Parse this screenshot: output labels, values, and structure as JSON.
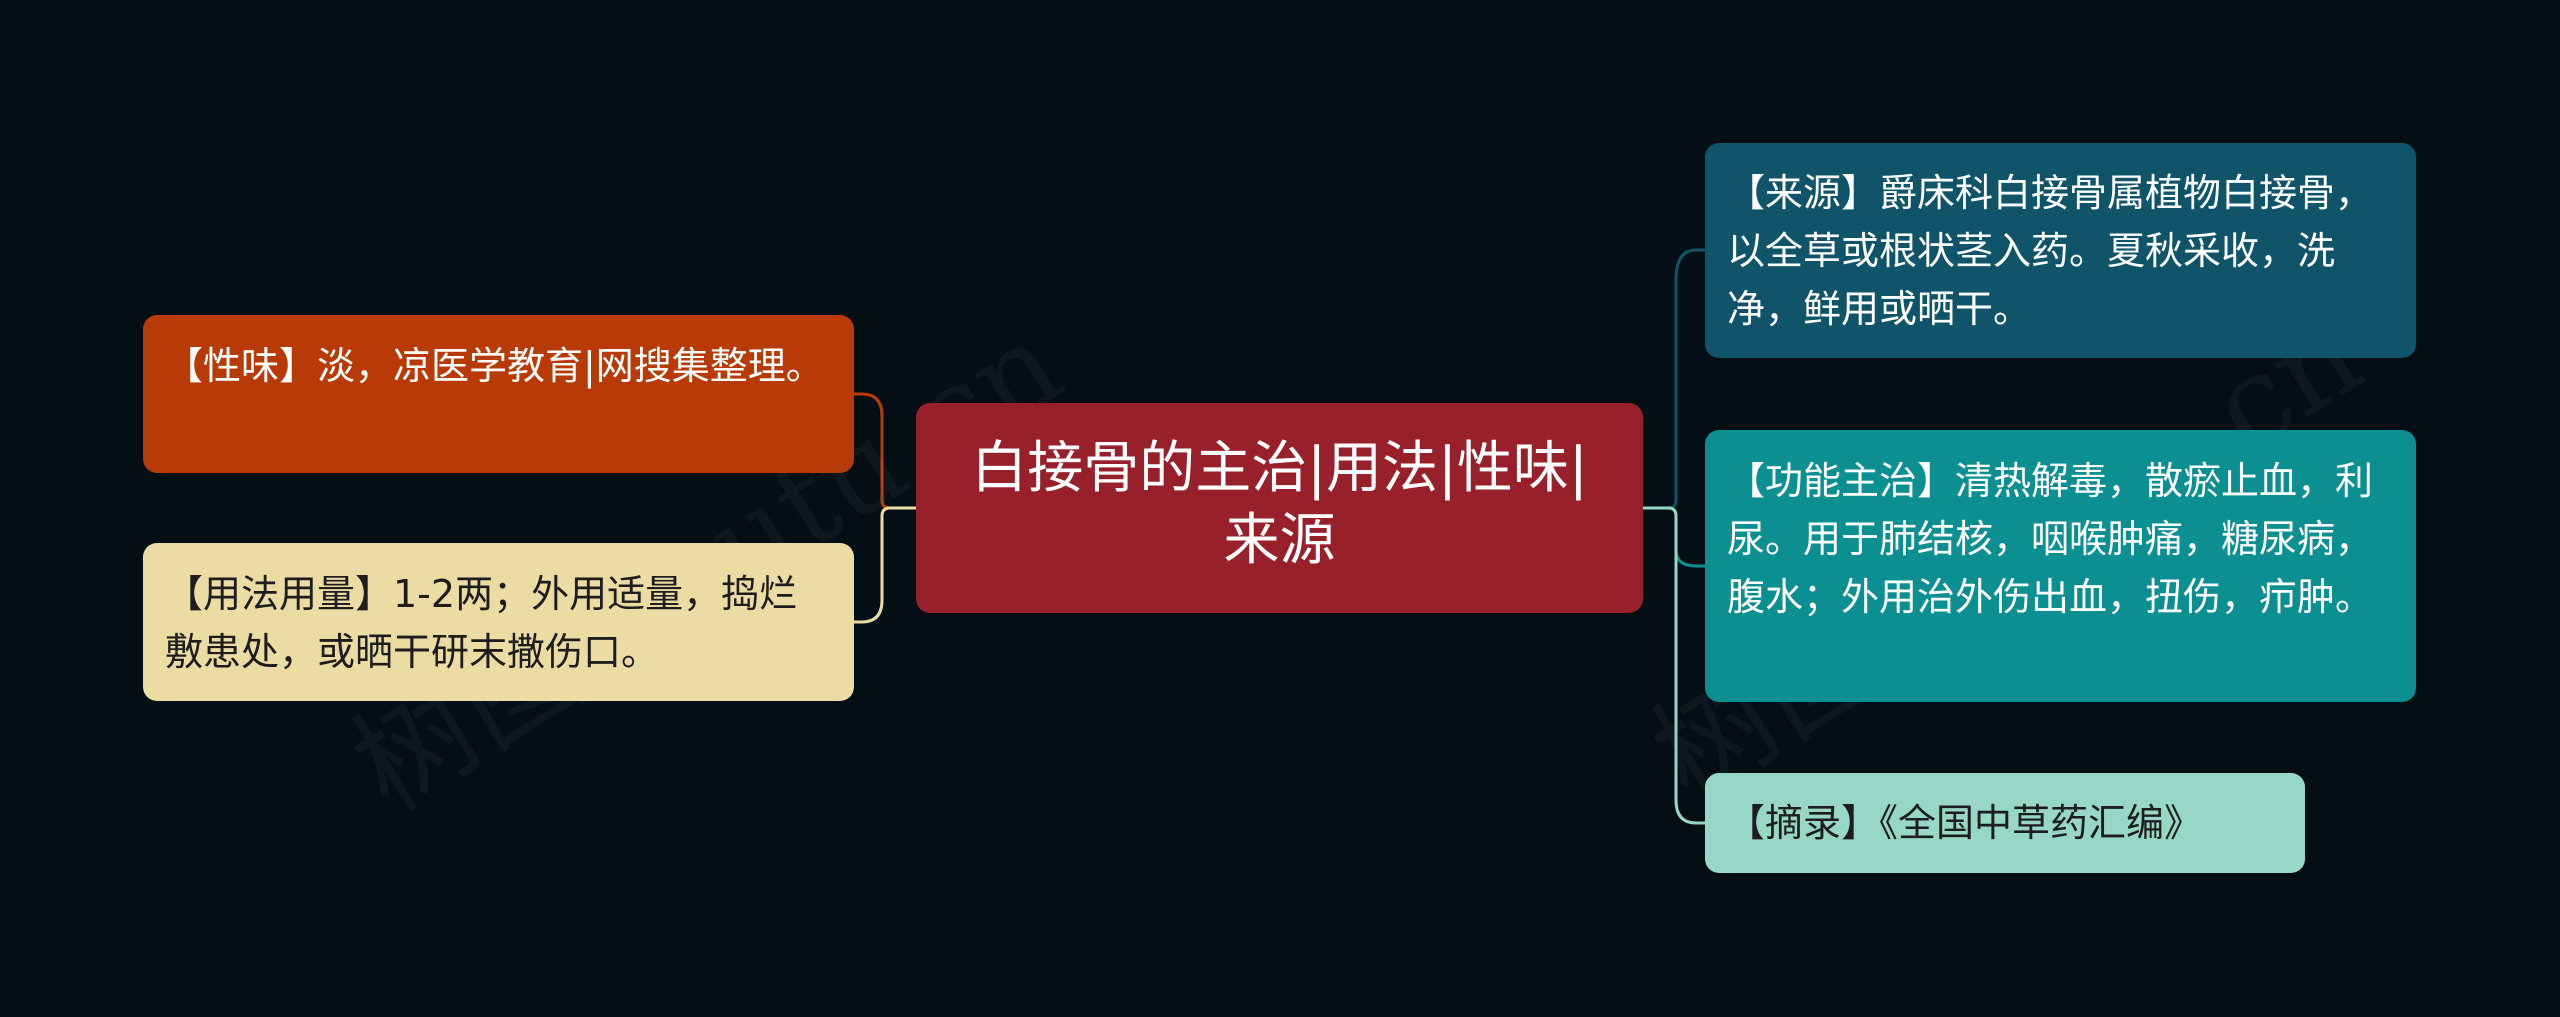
{
  "center": {
    "title": "白接骨的主治|用法|性味|来源"
  },
  "left_nodes": [
    {
      "text": "【性味】淡，凉医学教育|网搜集整理。",
      "color": "#b83b07"
    },
    {
      "text": "【用法用量】1-2两；外用适量，捣烂敷患处，或晒干研末撒伤口。",
      "color": "#ebdca4"
    }
  ],
  "right_nodes": [
    {
      "text": "【来源】爵床科白接骨属植物白接骨，以全草或根状茎入药。夏秋采收，洗净，鲜用或晒干。",
      "color": "#0f5468"
    },
    {
      "text": "【功能主治】清热解毒，散瘀止血，利尿。用于肺结核，咽喉肿痛，糖尿病，腹水；外用治外伤出血，扭伤，疖肿。",
      "color": "#0c8f91"
    },
    {
      "text": "【摘录】《全国中草药汇编》",
      "color": "#96d7c6"
    }
  ],
  "watermark": {
    "left": "树图 shutu.cn",
    "right": "树图 shutu.cn"
  },
  "colors": {
    "background": "#030e15",
    "center": "#98202a"
  }
}
